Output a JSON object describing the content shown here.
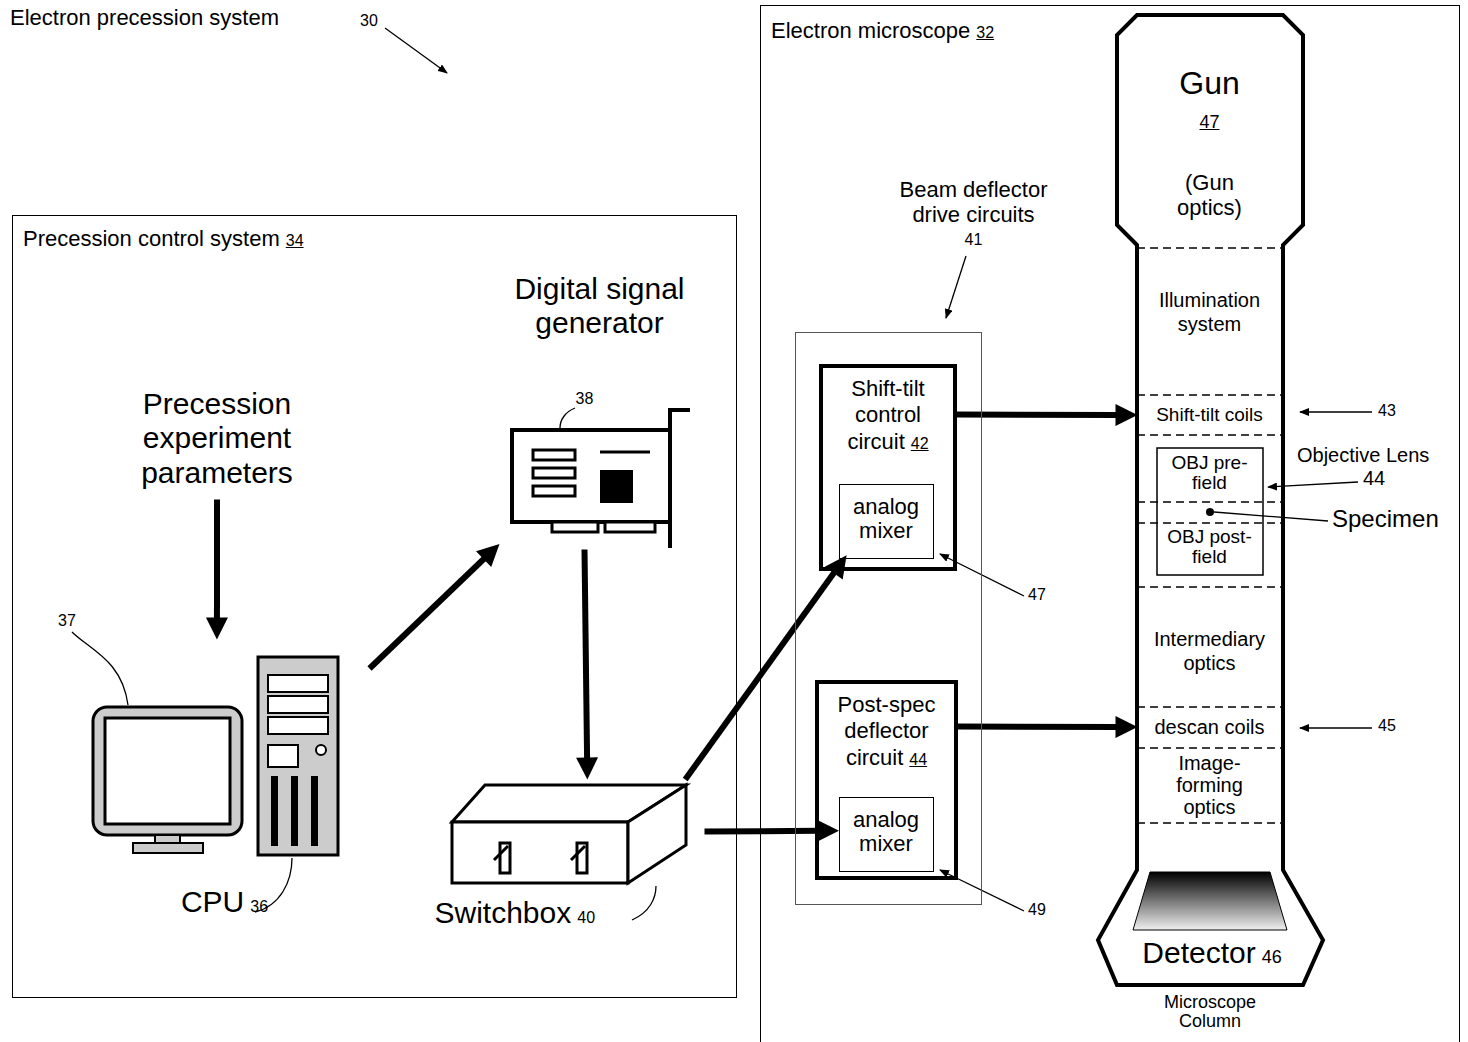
{
  "diagram": {
    "nodes": [
      {
        "text": [
          "Precession control system",
          "34"
        ]
      },
      {
        "text": [
          "Precession experiment parameters"
        ],
        "in": 0
      },
      {
        "text": [
          "CPU",
          "36"
        ],
        "in": 0
      },
      {
        "text": [
          "Digital signal generator",
          "38"
        ],
        "in": 0
      },
      {
        "text": [
          "Switchbox",
          "40"
        ],
        "in": 0
      },
      {
        "text": [
          "Electron microscope",
          "32"
        ]
      },
      {
        "text": [
          "Beam deflector drive circuits",
          "41"
        ],
        "in": 5
      },
      {
        "text": [
          "Shift-tilt control circuit",
          "42"
        ],
        "in": 6
      },
      {
        "text": [
          "analog mixer"
        ],
        "in": 7
      },
      {
        "text": [
          "Post-spec deflector circuit",
          "44"
        ],
        "in": 6
      },
      {
        "text": [
          "analog mixer"
        ],
        "in": 9
      },
      {
        "text": [
          "Microscope Column"
        ],
        "in": 5
      },
      {
        "text": [
          "Gun",
          "47",
          "(Gun optics)"
        ],
        "in": 11
      },
      {
        "text": [
          "Illumination system"
        ],
        "in": 11
      },
      {
        "text": [
          "Shift-tilt coils"
        ],
        "in": 11
      },
      {
        "text": [
          "OBJ pre-field"
        ],
        "in": 11
      },
      {
        "text": [
          "OBJ post-field"
        ],
        "in": 11
      },
      {
        "text": [
          "Intermediary optics"
        ],
        "in": 11
      },
      {
        "text": [
          "descan coils"
        ],
        "in": 11
      },
      {
        "text": [
          "Image-forming optics"
        ],
        "in": 11
      },
      {
        "text": [
          "Detector",
          "46"
        ],
        "in": 11
      }
    ],
    "edges": [
      {
        "from": 1,
        "to": 2,
        "arrow": "to"
      },
      {
        "from": 2,
        "to": 3,
        "arrow": "to"
      },
      {
        "from": 3,
        "to": 4,
        "arrow": "to"
      },
      {
        "from": 4,
        "to": 8,
        "arrow": "to"
      },
      {
        "from": 4,
        "to": 10,
        "arrow": "to"
      },
      {
        "from": 7,
        "to": 14,
        "arrow": "to"
      },
      {
        "from": 9,
        "to": 18,
        "arrow": "to"
      }
    ],
    "labels": [
      "Electron precession system",
      "30",
      "37",
      "47",
      "49",
      "43",
      "Objective Lens",
      "44",
      "Specimen",
      "45"
    ]
  }
}
